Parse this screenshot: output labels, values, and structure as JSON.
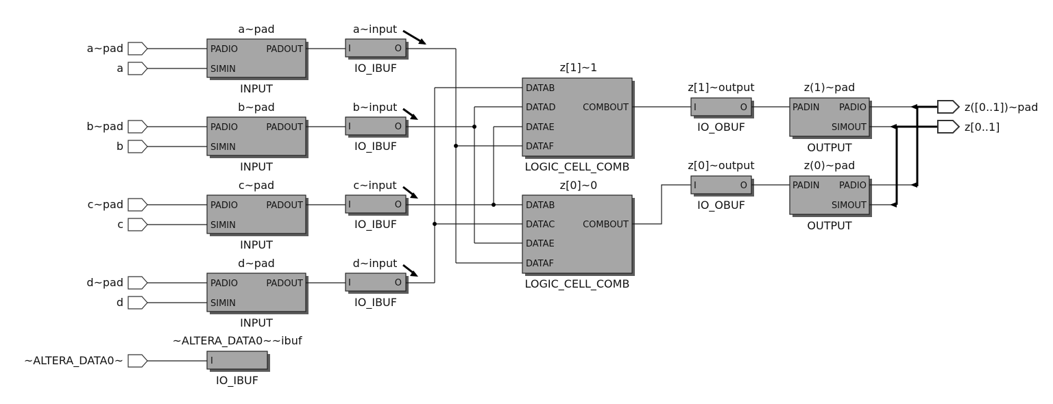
{
  "inputs": {
    "a": {
      "pad_pin": "a~pad",
      "sim_pin": "a",
      "block_name": "a~pad",
      "block_type": "INPUT",
      "ibuf_name": "a~input",
      "ibuf_type": "IO_IBUF"
    },
    "b": {
      "pad_pin": "b~pad",
      "sim_pin": "b",
      "block_name": "b~pad",
      "block_type": "INPUT",
      "ibuf_name": "b~input",
      "ibuf_type": "IO_IBUF"
    },
    "c": {
      "pad_pin": "c~pad",
      "sim_pin": "c",
      "block_name": "c~pad",
      "block_type": "INPUT",
      "ibuf_name": "c~input",
      "ibuf_type": "IO_IBUF"
    },
    "d": {
      "pad_pin": "d~pad",
      "sim_pin": "d",
      "block_name": "d~pad",
      "block_type": "INPUT",
      "ibuf_name": "d~input",
      "ibuf_type": "IO_IBUF"
    }
  },
  "input_ports": {
    "padio": "PADIO",
    "simin": "SIMIN",
    "padout": "PADOUT"
  },
  "ibuf_ports": {
    "i": "I",
    "o": "O"
  },
  "altera": {
    "pin": "~ALTERA_DATA0~",
    "name": "~ALTERA_DATA0~~ibuf",
    "type": "IO_IBUF",
    "port_i": "I"
  },
  "lc1": {
    "name": "z[1]~1",
    "type": "LOGIC_CELL_COMB",
    "ports": [
      "DATAB",
      "DATAD",
      "DATAE",
      "DATAF"
    ],
    "out": "COMBOUT"
  },
  "lc0": {
    "name": "z[0]~0",
    "type": "LOGIC_CELL_COMB",
    "ports": [
      "DATAB",
      "DATAC",
      "DATAE",
      "DATAF"
    ],
    "out": "COMBOUT"
  },
  "obuf1": {
    "name": "z[1]~output",
    "type": "IO_OBUF",
    "port_i": "I",
    "port_o": "O"
  },
  "obuf0": {
    "name": "z[0]~output",
    "type": "IO_OBUF",
    "port_i": "I",
    "port_o": "O"
  },
  "out1": {
    "name": "z(1)~pad",
    "type": "OUTPUT",
    "padin": "PADIN",
    "padio": "PADIO",
    "simout": "SIMOUT"
  },
  "out0": {
    "name": "z(0)~pad",
    "type": "OUTPUT",
    "padin": "PADIN",
    "padio": "PADIO",
    "simout": "SIMOUT"
  },
  "out_pins": {
    "pad": "z([0..1])~pad",
    "sim": "z[0..1]"
  },
  "colors": {
    "block_fill": "#a6a6a6",
    "block_shadow": "#5c5c5c",
    "wire": "#1a1a1a",
    "background": "#ffffff"
  }
}
